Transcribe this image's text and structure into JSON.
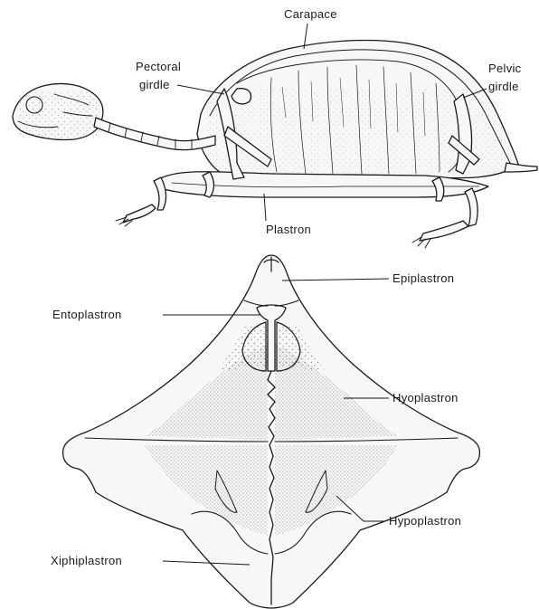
{
  "labels": {
    "carapace": "Carapace",
    "pectoral_line1": "Pectoral",
    "pectoral_line2": "girdle",
    "pelvic_line1": "Pelvic",
    "pelvic_line2": "girdle",
    "plastron": "Plastron",
    "epiplastron": "Epiplastron",
    "entoplastron": "Entoplastron",
    "hyoplastron": "Hyoplastron",
    "hypoplastron": "Hypoplastron",
    "xiphiplastron": "Xiphiplastron"
  },
  "colors": {
    "ink": "#1a1a1a",
    "paper": "#ffffff",
    "bone_fill": "#f7f7f5",
    "stipple": "#3a3a3a"
  }
}
